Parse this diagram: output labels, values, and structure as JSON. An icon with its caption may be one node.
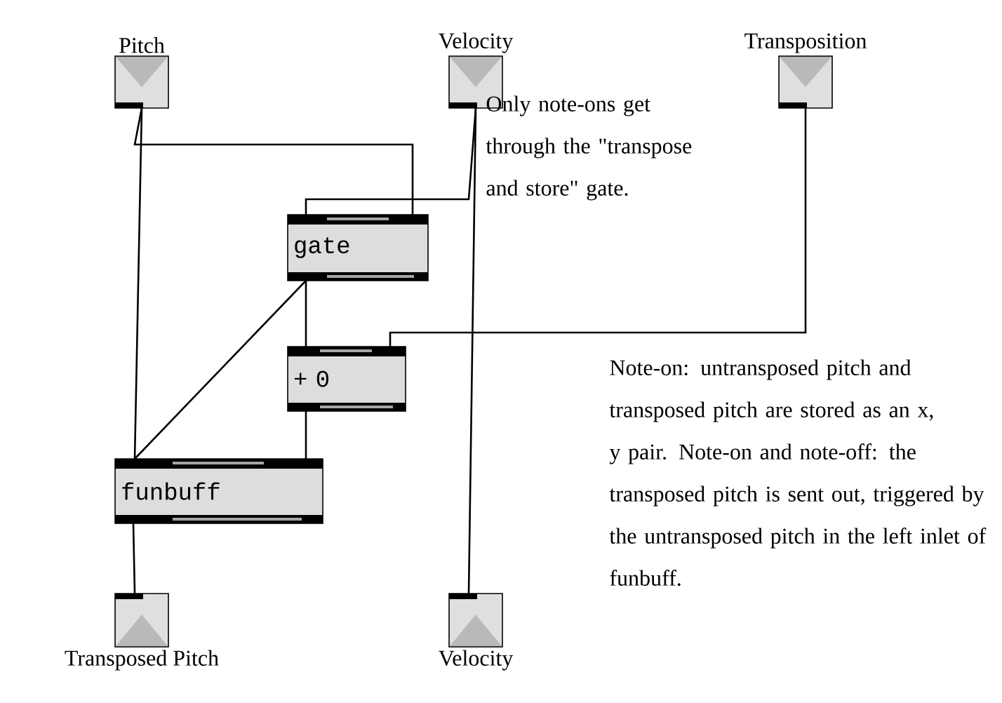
{
  "diagram": {
    "nodes": [
      {
        "text": [
          "Pitch"
        ]
      },
      {
        "text": [
          "Velocity"
        ]
      },
      {
        "text": [
          "Transposition"
        ]
      },
      {
        "text": [
          "gate"
        ]
      },
      {
        "text": [
          "+ 0"
        ]
      },
      {
        "text": [
          "funbuff"
        ]
      },
      {
        "text": [
          "Transposed Pitch"
        ]
      },
      {
        "text": [
          "Velocity"
        ]
      }
    ],
    "edges": [
      {
        "from": 0,
        "to": 3,
        "arrow": "none"
      },
      {
        "from": 0,
        "to": 5,
        "arrow": "none"
      },
      {
        "from": 1,
        "to": 3,
        "arrow": "none"
      },
      {
        "from": 1,
        "to": 7,
        "arrow": "none"
      },
      {
        "from": 2,
        "to": 4,
        "arrow": "none"
      },
      {
        "from": 3,
        "to": 4,
        "arrow": "none"
      },
      {
        "from": 3,
        "to": 5,
        "arrow": "none"
      },
      {
        "from": 4,
        "to": 5,
        "arrow": "none"
      },
      {
        "from": 5,
        "to": 6,
        "arrow": "none"
      }
    ],
    "labels": [
      "Only note-ons get through the \"transpose and store\" gate.",
      "Note-on: untransposed pitch and transposed pitch are stored as an x, y pair. Note-on and note-off: the transposed pitch is sent out, triggered by the untransposed pitch in the left inlet of funbuff."
    ]
  }
}
